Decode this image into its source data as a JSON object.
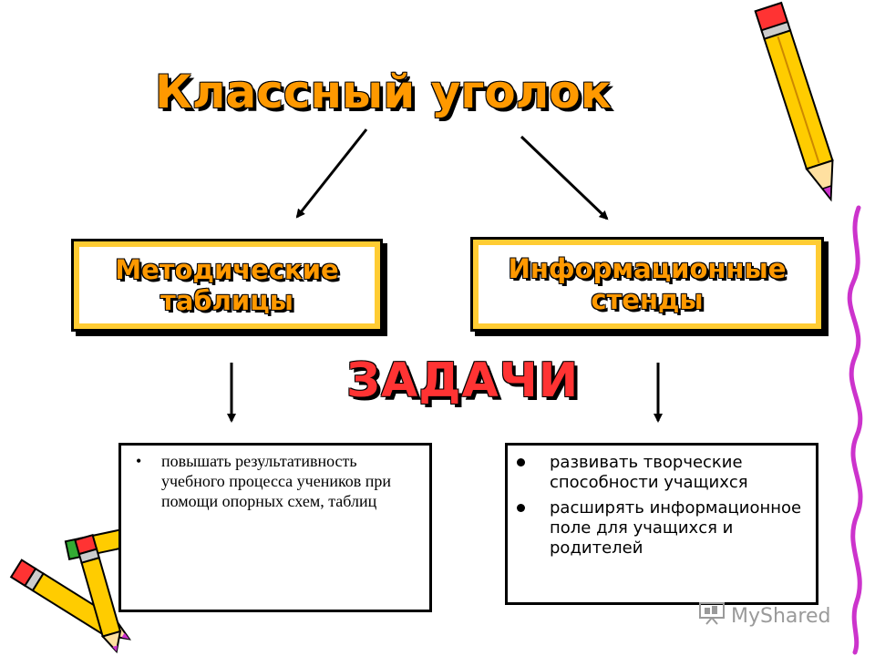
{
  "title": "Классный уголок",
  "boxes": {
    "left_label": "Методические таблицы",
    "right_label": "Информационные стенды"
  },
  "tasks_heading": "ЗАДАЧИ",
  "left_tasks": [
    "повышать результативность учебного процесса учеников при помощи опорных схем, таблиц"
  ],
  "right_tasks": [
    "развивать творческие способности учащихся",
    "расширять информационное поле для учащихся и родителей"
  ],
  "watermark": "MyShared",
  "colors": {
    "title": "#ff9900",
    "tasks_heading": "#ff3333",
    "box_border": "#ffcc33",
    "pencil_body": "#ffcc00",
    "pencil_tip": "#cc33cc",
    "pencil_eraser": "#ff3333"
  },
  "icons": [
    "pencil-icon",
    "crossed-pencils-icon",
    "squiggle-line-icon",
    "slideshow-icon"
  ]
}
